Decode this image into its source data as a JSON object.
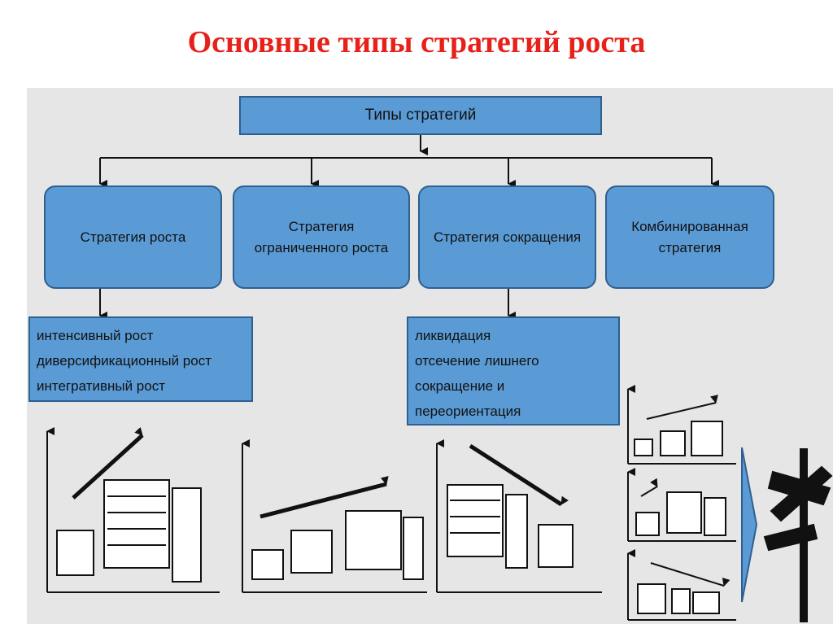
{
  "title": "Основные типы стратегий роста",
  "root": {
    "label": "Типы стратегий"
  },
  "categories": [
    {
      "label": "Стратегия роста"
    },
    {
      "label": "Стратегия\nограниченного роста"
    },
    {
      "label": "Стратегия сокращения"
    },
    {
      "label": "Комбинированная\nстратегия"
    }
  ],
  "growth_subtypes": [
    "интенсивный рост",
    "диверсификационный рост",
    "интегративный рост"
  ],
  "reduction_subtypes": [
    "ликвидация",
    "отсечение лишнего",
    "сокращение и",
    "переориентация"
  ],
  "colors": {
    "title": "#e8201a",
    "box_fill": "#5b9bd5",
    "box_border": "#2f5f8f",
    "panel": "#e6e6e6"
  }
}
